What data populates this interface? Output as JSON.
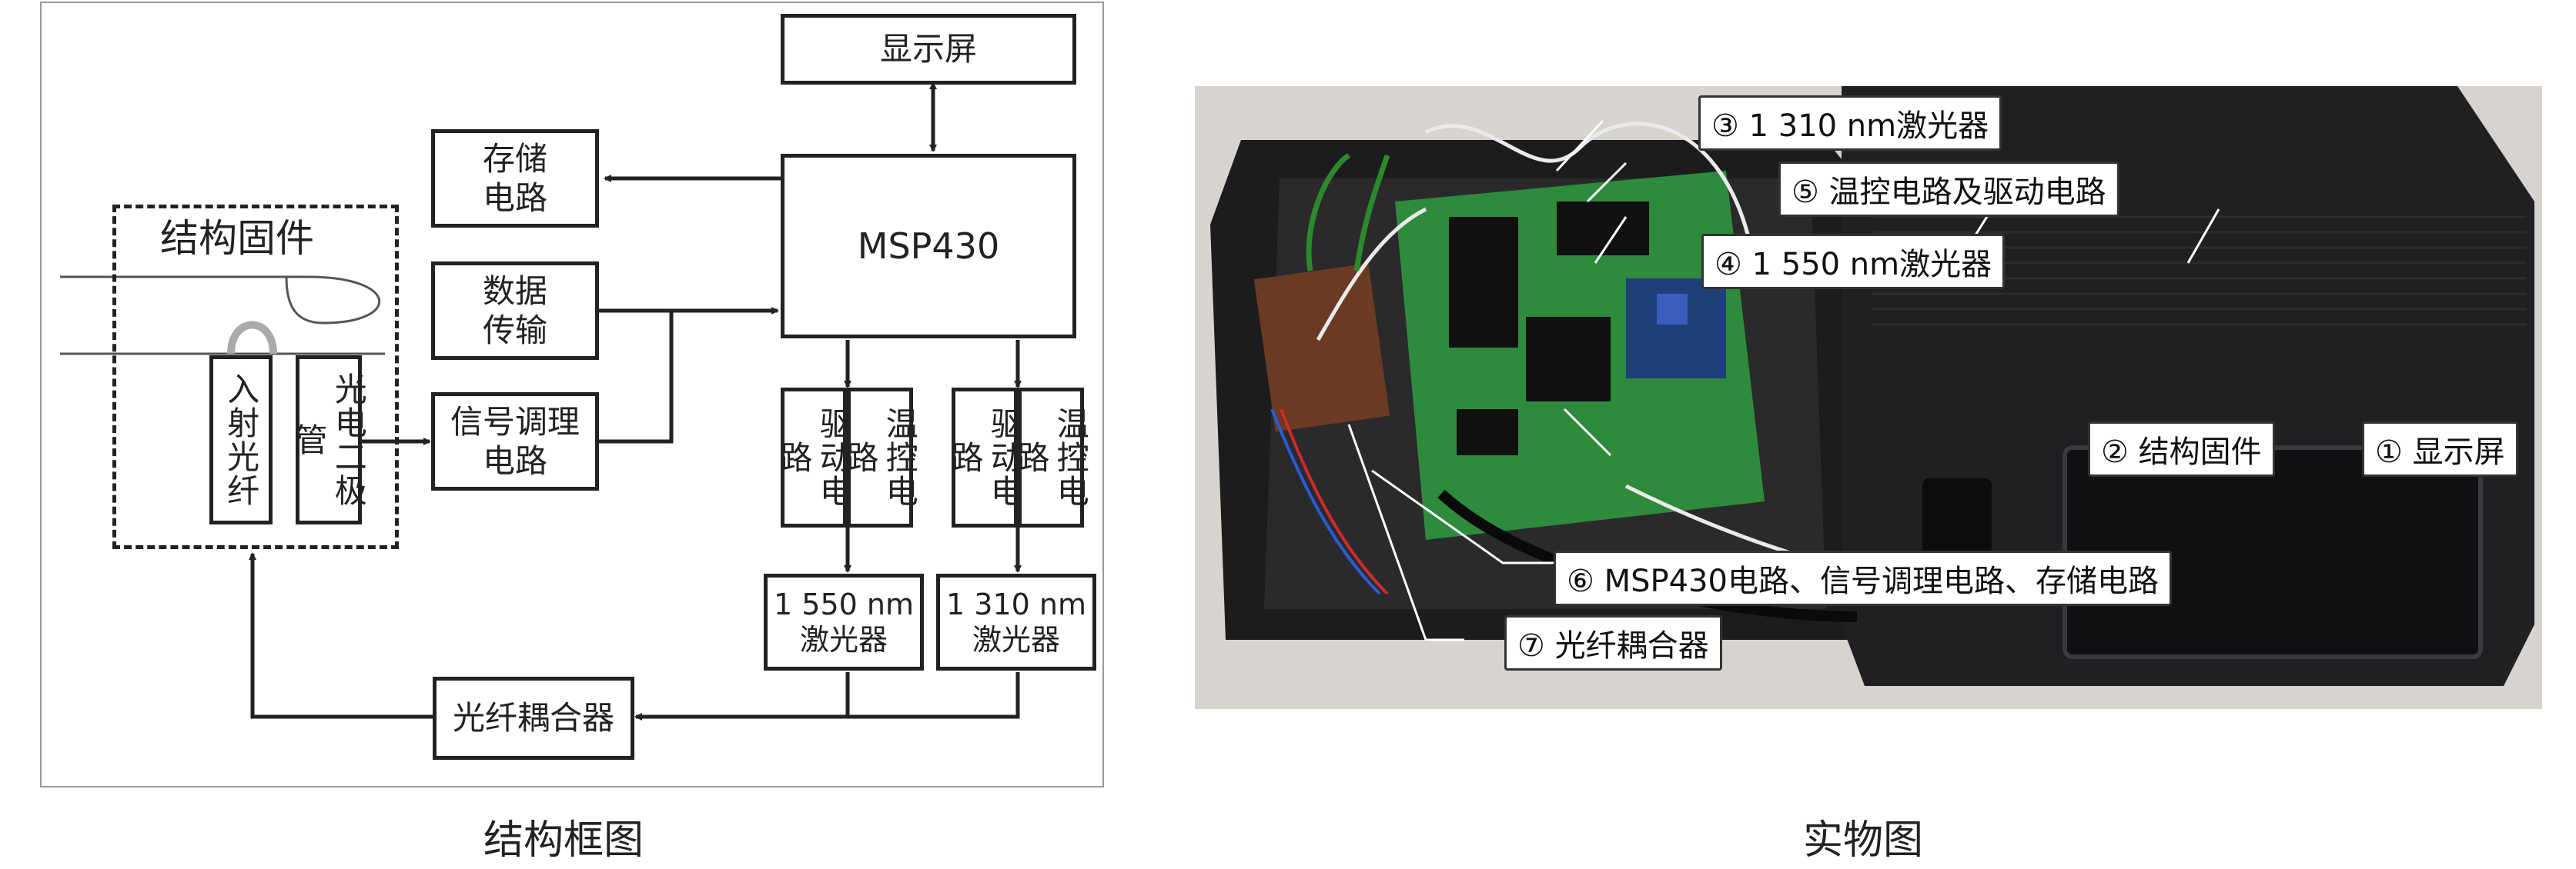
{
  "diagram": {
    "display": "显示屏",
    "storage": "存储\n电路",
    "data_transfer": "数据\n传输",
    "signal_conditioning": "信号调理\n电路",
    "mcu": "MSP430",
    "structure_fixture": "结构固件",
    "incident_fiber": "入射光纤",
    "photodiode": "光电二极管",
    "drive_1": "驱动电路",
    "temp_1": "温控电路",
    "drive_2": "驱动电路",
    "temp_2": "温控电路",
    "laser_1550": "1 550 nm\n激光器",
    "laser_1310": "1 310 nm\n激光器",
    "coupler": "光纤耦合器"
  },
  "photo_callouts": {
    "c3": "③ 1 310 nm激光器",
    "c5": "⑤ 温控电路及驱动电路",
    "c4": "④ 1 550 nm激光器",
    "c2": "② 结构固件",
    "c1": "① 显示屏",
    "c6": "⑥ MSP430电路、信号调理电路、存储电路",
    "c7": "⑦ 光纤耦合器"
  },
  "captions": {
    "left": "结构框图",
    "right": "实物图"
  },
  "colors": {
    "enclosure": "#1c1c1e",
    "pcb_green": "#2e8b3c",
    "bracket": "#6b3a22"
  }
}
